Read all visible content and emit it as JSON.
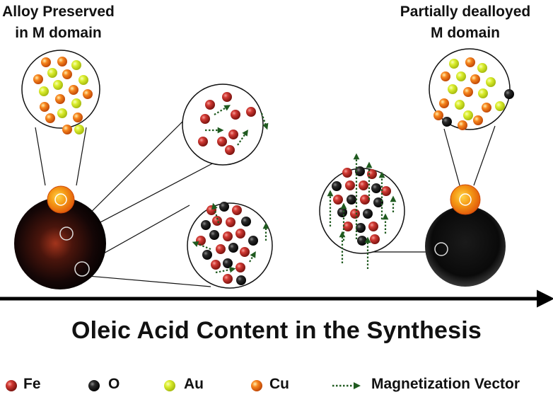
{
  "labels": {
    "left_title_line1": "Alloy Preserved",
    "left_title_line2": "in M domain",
    "right_title_line1": "Partially dealloyed",
    "right_title_line2": "M domain",
    "axis": "Oleic Acid Content in the Synthesis"
  },
  "legend": {
    "fe": "Fe",
    "o": "O",
    "au": "Au",
    "cu": "Cu",
    "vector": "Magnetization Vector"
  },
  "colors": {
    "fe": "#c0282a",
    "o": "#151515",
    "au": "#d6ec2a",
    "cu": "#f47a1a",
    "vector": "#1f5a1f",
    "arrow": "#000000"
  }
}
